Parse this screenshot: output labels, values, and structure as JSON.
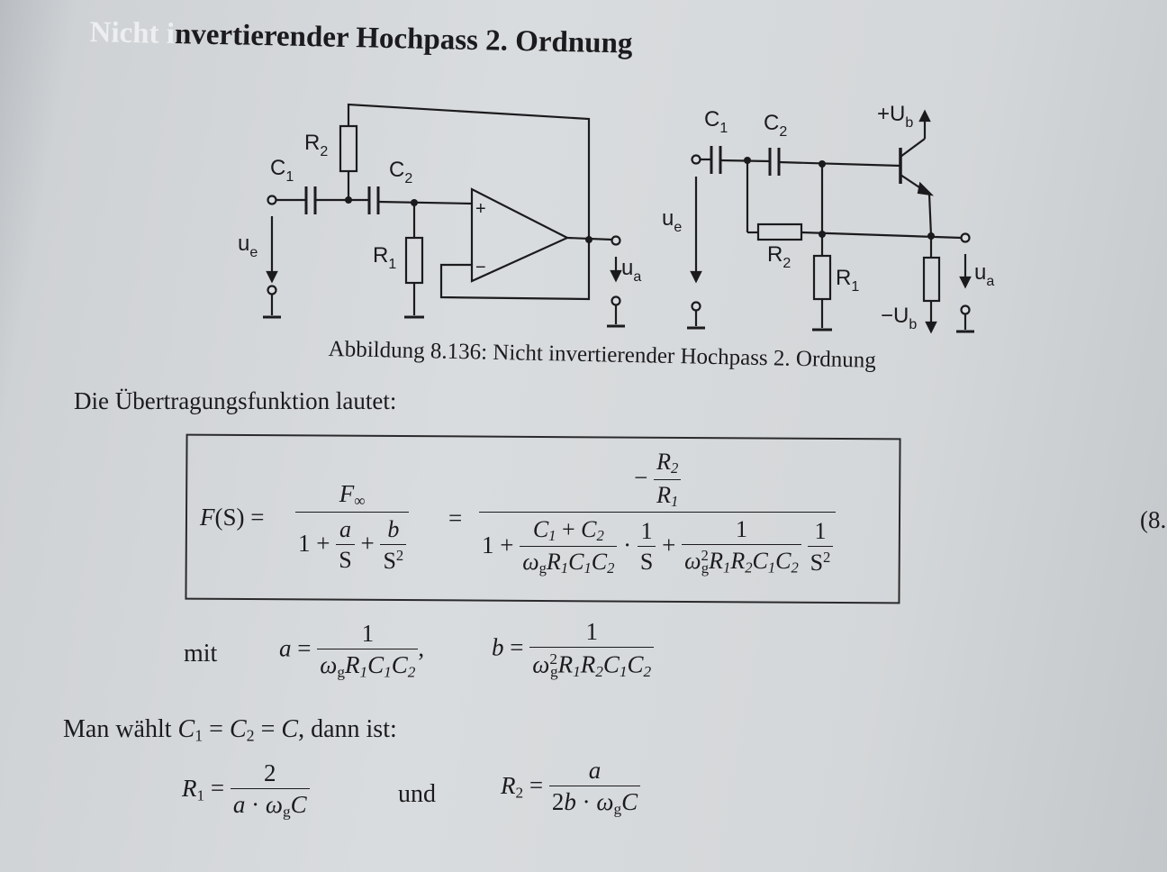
{
  "heading": {
    "faded_part": "Nicht i",
    "main_part": "nvertierender Hochpass 2. Ordnung"
  },
  "figure": {
    "caption": "Abbildung 8.136: Nicht invertierender Hochpass 2. Ordnung",
    "left_circuit": {
      "labels": {
        "R2": "R",
        "R2_sub": "2",
        "C1": "C",
        "C1_sub": "1",
        "C2": "C",
        "C2_sub": "2",
        "R1": "R",
        "R1_sub": "1",
        "ue": "u",
        "ue_sub": "e",
        "ua": "u",
        "ua_sub": "a",
        "plus": "+",
        "minus": "−"
      }
    },
    "right_circuit": {
      "labels": {
        "C1": "C",
        "C1_sub": "1",
        "C2": "C",
        "C2_sub": "2",
        "Ub_plus": "+U",
        "Ub_plus_sub": "b",
        "R2": "R",
        "R2_sub": "2",
        "R1": "R",
        "R1_sub": "1",
        "Ub_minus": "−U",
        "Ub_minus_sub": "b",
        "ue": "u",
        "ue_sub": "e",
        "ua": "u",
        "ua_sub": "a"
      }
    }
  },
  "text": {
    "intro": "Die Übertragungsfunktion lautet:",
    "equation_number": "(8.",
    "mit": "mit",
    "man_waehlt": "Man wählt",
    "dann_ist": ", dann ist:",
    "und": "und"
  },
  "math": {
    "F": "F",
    "S": "S",
    "F_inf": "F",
    "inf": "∞",
    "one": "1",
    "two": "2",
    "plus": "+",
    "equals": "=",
    "a": "a",
    "b": "b",
    "omega": "ω",
    "g": "g",
    "R": "R",
    "C": "C",
    "sub1": "1",
    "sub2": "2",
    "sq": "2",
    "cdot": "·",
    "minus": "−",
    "comma": ","
  }
}
